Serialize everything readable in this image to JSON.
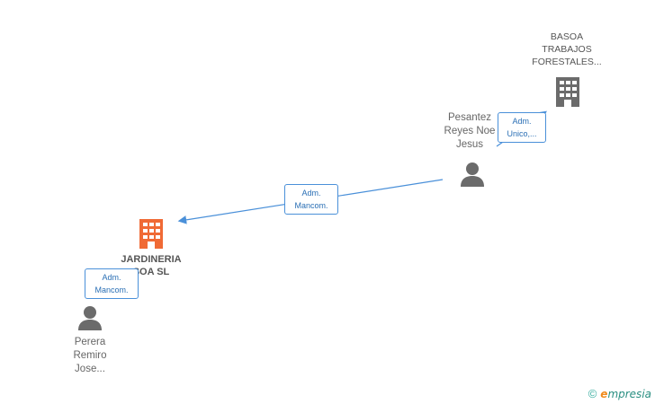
{
  "nodes": {
    "jardineria": {
      "line1": "JARDINERIA",
      "line2": "SOA SL",
      "color": "#f06a35"
    },
    "basoa": {
      "line1": "BASOA",
      "line2": "TRABAJOS",
      "line3": "FORESTALES...",
      "color": "#6b6b6b"
    },
    "pesantez": {
      "line1": "Pesantez",
      "line2": "Reyes Noe",
      "line3": "Jesus",
      "color": "#6b6b6b"
    },
    "perera": {
      "line1": "Perera",
      "line2": "Remiro",
      "line3": "Jose...",
      "color": "#6b6b6b"
    }
  },
  "edges": {
    "pesantez_jardineria": {
      "line1": "Adm.",
      "line2": "Mancom."
    },
    "pesantez_basoa": {
      "line1": "Adm.",
      "line2": "Unico,..."
    },
    "perera_jardineria": {
      "line1": "Adm.",
      "line2": "Mancom."
    }
  },
  "edge_color": "#4a90d9",
  "footer": {
    "copyright": "©",
    "brand_first": "e",
    "brand_rest": "mpresia"
  }
}
